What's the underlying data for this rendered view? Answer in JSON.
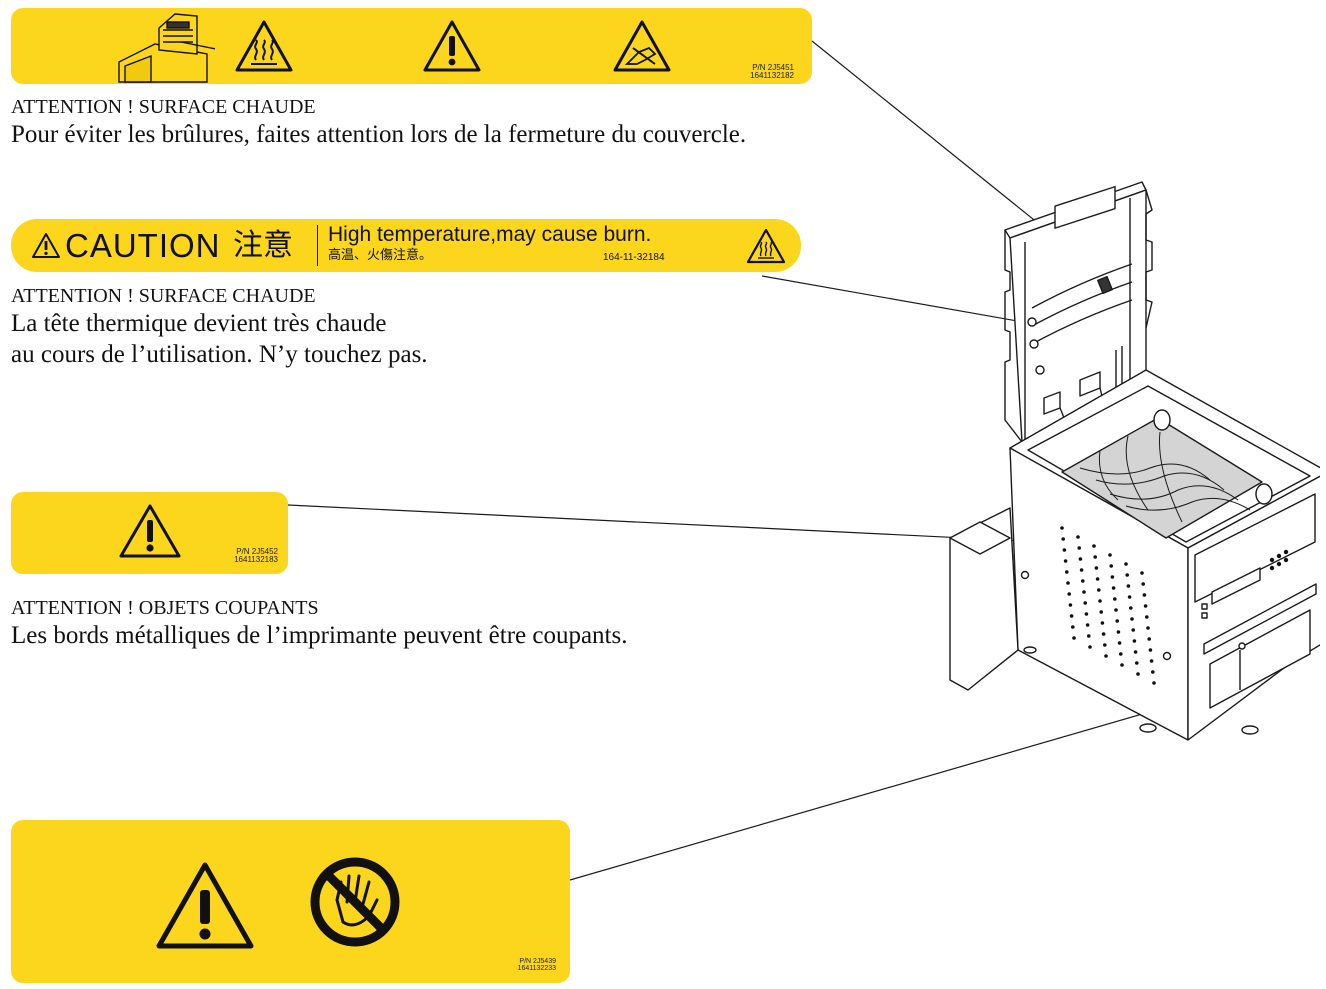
{
  "colors": {
    "label_yellow": "#fbd61d",
    "line": "#1a1a1a",
    "ribbon_fill": "#d4d4d4"
  },
  "labels": {
    "top": {
      "icons": [
        "printer-head-illustration-icon",
        "hot-surface-warning-icon",
        "general-warning-icon",
        "sharp-edge-warning-icon"
      ],
      "part_no": "P/N 2J5451",
      "serial": "1641132182"
    },
    "head": {
      "caution_word": "CAUTION",
      "caution_jp": "注意",
      "message_en": "High temperature,may cause burn.",
      "message_jp": "高温、火傷注意。",
      "code": "164-11-32184",
      "icons": [
        "caution-triangle-icon",
        "hot-surface-warning-icon"
      ]
    },
    "edge": {
      "icons": [
        "general-warning-icon"
      ],
      "part_no": "P/N 2J5452",
      "serial": "1641132183"
    },
    "hand": {
      "icons": [
        "general-warning-icon",
        "no-hands-icon"
      ],
      "part_no": "P/N 2J5439",
      "serial": "1641132233"
    }
  },
  "notices": {
    "cover": {
      "heading": "ATTENTION ! SURFACE CHAUDE",
      "body": "Pour éviter les brûlures, faites attention lors de la fermeture du couvercle."
    },
    "head": {
      "heading": "ATTENTION ! SURFACE CHAUDE",
      "body_line1": "La tête thermique devient très chaude",
      "body_line2": "au cours de l’utilisation. N’y touchez pas."
    },
    "edges": {
      "heading": "ATTENTION ! OBJETS COUPANTS",
      "body": "Les bords métalliques de l’imprimante peuvent être coupants."
    }
  }
}
